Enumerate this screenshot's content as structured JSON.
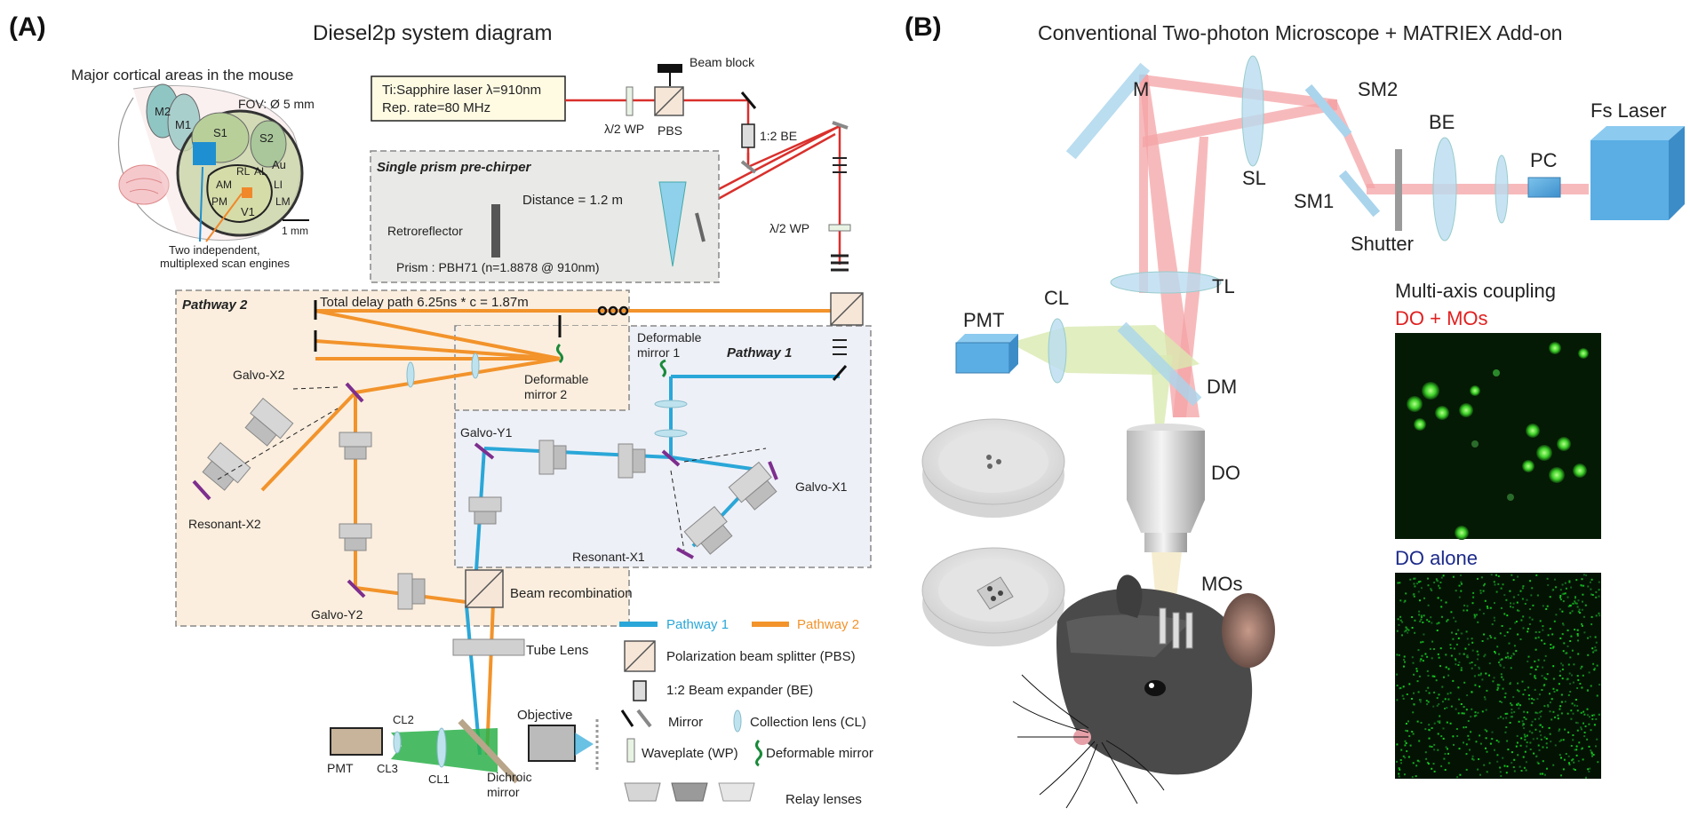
{
  "panel_a": {
    "tag": "(A)",
    "title": "Diesel2p system diagram",
    "cortex": {
      "title": "Major cortical areas in the mouse",
      "fov": "FOV: Ø 5 mm",
      "areas": [
        "M2",
        "M1",
        "S1",
        "S2",
        "Au",
        "RL",
        "AL",
        "AM",
        "LI",
        "LM",
        "PM",
        "V1"
      ],
      "scale": "1 mm",
      "note_line1": "Two independent,",
      "note_line2": "multiplexed scan engines"
    },
    "laser_line1": "Ti:Sapphire laser λ=910nm",
    "laser_line2": "Rep. rate=80 MHz",
    "beam_block": "Beam block",
    "wp_top": "λ/2 WP",
    "pbs": "PBS",
    "be": "1:2 BE",
    "wp_right": "λ/2 WP",
    "prechirper": {
      "title": "Single prism pre-chirper",
      "distance": "Distance = 1.2 m",
      "retro": "Retroreflector",
      "prism": "Prism : PBH71 (n=1.8878 @ 910nm)"
    },
    "pathway2": {
      "title": "Pathway 2",
      "delay": "Total delay path 6.25ns * c = 1.87m",
      "dm2_line1": "Deformable",
      "dm2_line2": "mirror 2",
      "galvo_x2": "Galvo-X2",
      "resonant_x2": "Resonant-X2",
      "galvo_y2": "Galvo-Y2"
    },
    "pathway1": {
      "title": "Pathway 1",
      "dm1_line1": "Deformable",
      "dm1_line2": "mirror 1",
      "galvo_y1": "Galvo-Y1",
      "galvo_x1": "Galvo-X1",
      "resonant_x1": "Resonant-X1"
    },
    "beam_recomb": "Beam recombination",
    "tube_lens": "Tube Lens",
    "objective": "Objective",
    "pmt": "PMT",
    "cl1": "CL1",
    "cl2": "CL2",
    "cl3": "CL3",
    "dichroic_line1": "Dichroic",
    "dichroic_line2": "mirror",
    "legend": {
      "pathway1": "Pathway 1",
      "pathway2": "Pathway 2",
      "pbs": "Polarization beam splitter (PBS)",
      "be": "1:2 Beam expander (BE)",
      "mirror": "Mirror",
      "cl": "Collection lens (CL)",
      "wp": "Waveplate (WP)",
      "dm": "Deformable mirror",
      "relay": "Relay lenses"
    }
  },
  "panel_b": {
    "tag": "(B)",
    "title": "Conventional Two-photon Microscope + MATRIEX Add-on",
    "m": "M",
    "sl": "SL",
    "sm2": "SM2",
    "sm1": "SM1",
    "be": "BE",
    "shutter": "Shutter",
    "pc": "PC",
    "fs_laser": "Fs Laser",
    "tl": "TL",
    "cl": "CL",
    "pmt": "PMT",
    "dm": "DM",
    "do": "DO",
    "mos": "MOs",
    "coupling_title": "Multi-axis coupling",
    "do_mos": "DO + MOs",
    "do_alone": "DO alone"
  },
  "colors": {
    "pathway1": "#2aa7d8",
    "pathway2": "#f2932b",
    "laser_red": "#d9302c",
    "beam_pink": "#f4a3a6",
    "fluor_green": "#2bb04a",
    "do_mos_text": "#e02020",
    "do_alone_text": "#1c2a8a"
  }
}
